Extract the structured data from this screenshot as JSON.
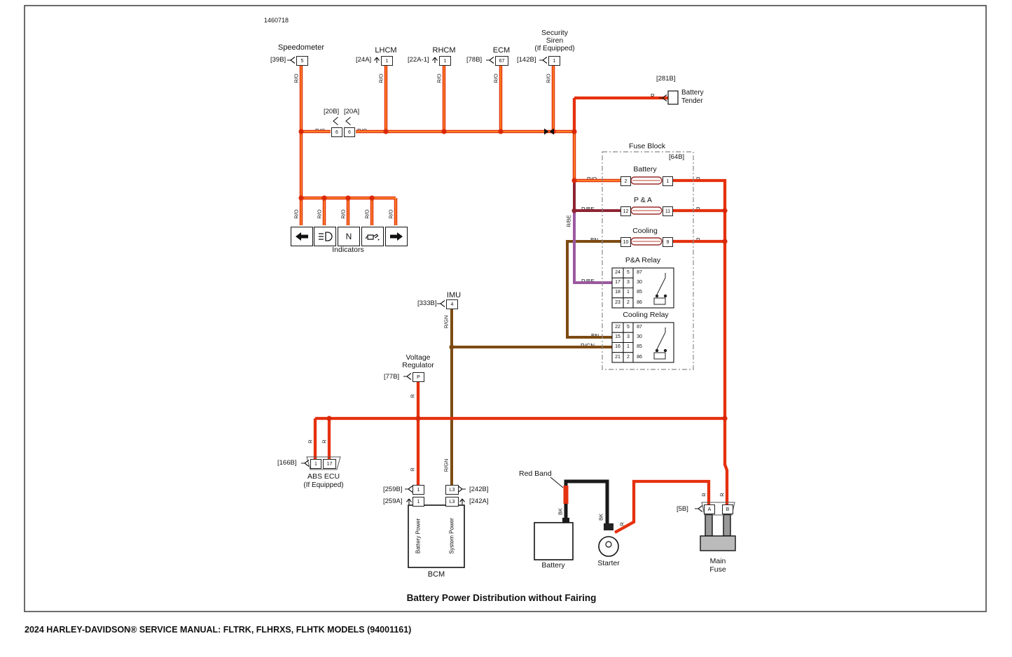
{
  "page": {
    "figure_number": "1460718",
    "caption": "Battery Power Distribution without Fairing",
    "footer": "2024 HARLEY-DAVIDSON® SERVICE MANUAL: FLTRK, FLHRXS, FLHTK MODELS (94001161)"
  },
  "colors": {
    "wire_red": "#e5310e",
    "wire_red_orange_core": "#ff9c2e",
    "wire_maroon": "#8e2433",
    "wire_purple": "#9b59a0",
    "wire_brown": "#7d4b13",
    "wire_black": "#1a1a1a"
  },
  "wires": {
    "ro": "R/O",
    "r": "R",
    "rbe": "R/BE",
    "bn": "BN",
    "rgn": "R/GN",
    "bk": "BK"
  },
  "components": {
    "speedometer": {
      "name": "Speedometer",
      "connector": "[39B]",
      "pin": "5"
    },
    "lhcm": {
      "name": "LHCM",
      "connector": "[24A]",
      "pin": "1"
    },
    "rhcm": {
      "name": "RHCM",
      "connector": "[22A-1]",
      "pin": "1"
    },
    "ecm": {
      "name": "ECM",
      "connector": "[78B]",
      "pin": "67"
    },
    "security_siren": {
      "line1": "Security",
      "line2": "Siren",
      "line3": "(If Equipped)",
      "connector": "[142B]",
      "pin": "1"
    },
    "battery_tender": {
      "connector": "[281B]",
      "line1": "Battery",
      "line2": "Tender"
    },
    "splice": {
      "left": "[20B]",
      "right": "[20A]",
      "left_pin": "6",
      "right_pin": "6"
    },
    "imu": {
      "name": "IMU",
      "connector": "[333B]",
      "pin": "4"
    },
    "voltage_regulator": {
      "line1": "Voltage",
      "line2": "Regulator",
      "connector": "[77B]",
      "pin": "P"
    },
    "abs_ecu": {
      "connector": "[166B]",
      "pin_a": "1",
      "pin_b": "17",
      "name": "ABS ECU",
      "qualifier": "(If Equipped)"
    },
    "bcm": {
      "name": "BCM",
      "conn_259b": "[259B]",
      "conn_259a": "[259A]",
      "pin_259": "1",
      "label_left": "Battery Power",
      "conn_242b": "[242B]",
      "conn_242a": "[242A]",
      "pin_242": "L3",
      "label_right": "System Power"
    },
    "battery": {
      "name": "Battery",
      "plus": "+",
      "red_band": "Red Band"
    },
    "starter": {
      "name": "Starter"
    },
    "main_fuse": {
      "connector": "[5B]",
      "pin_a": "A",
      "pin_b": "B",
      "line1": "Main",
      "line2": "Fuse"
    }
  },
  "indicators": {
    "label": "Indicators",
    "neutral_text": "N",
    "icons": [
      "left-turn",
      "high-beam",
      "neutral",
      "oil-pressure",
      "right-turn"
    ]
  },
  "fuse_block": {
    "title": "Fuse Block",
    "connector": "[64B]",
    "battery_fuse": {
      "name": "Battery",
      "left_pin": "2",
      "right_pin": "1"
    },
    "pa_fuse": {
      "name": "P & A",
      "left_pin": "12",
      "right_pin": "11"
    },
    "cooling_fuse": {
      "name": "Cooling",
      "left_pin": "10",
      "right_pin": "9"
    },
    "pa_relay": {
      "title": "P&A Relay",
      "rows": [
        [
          "24",
          "5",
          "87"
        ],
        [
          "17",
          "3",
          "30"
        ],
        [
          "18",
          "1",
          "85"
        ],
        [
          "23",
          "2",
          "86"
        ]
      ]
    },
    "cooling_relay": {
      "title": "Cooling Relay",
      "rows": [
        [
          "22",
          "5",
          "87"
        ],
        [
          "15",
          "3",
          "30"
        ],
        [
          "16",
          "1",
          "85"
        ],
        [
          "21",
          "2",
          "86"
        ]
      ]
    }
  }
}
